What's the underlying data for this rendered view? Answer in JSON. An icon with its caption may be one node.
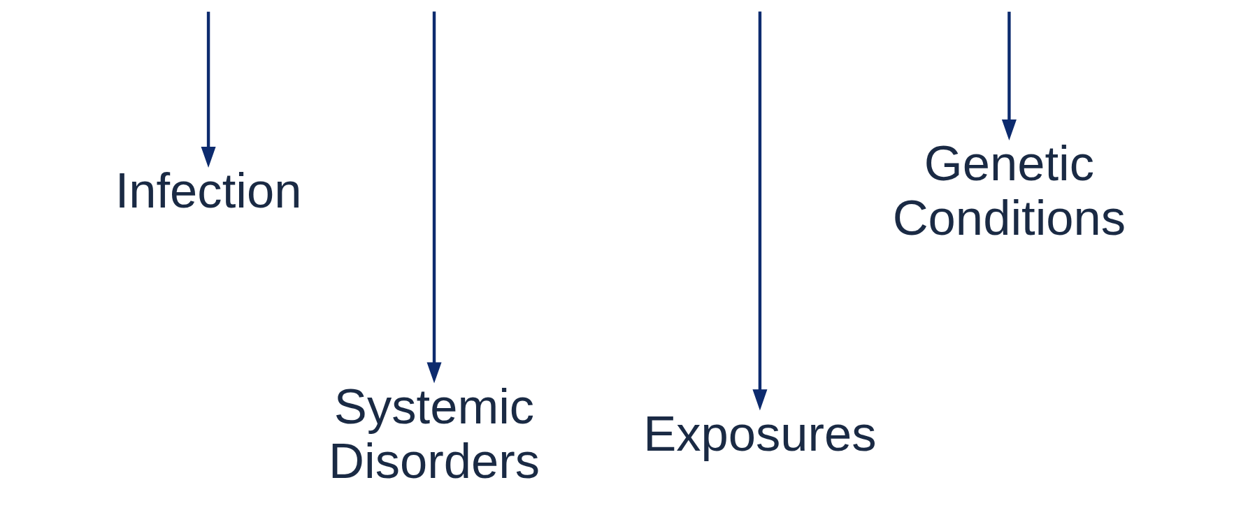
{
  "diagram": {
    "nodes": [
      {
        "text": [
          "Infection"
        ]
      },
      {
        "text": [
          "Systemic Disorders"
        ]
      },
      {
        "text": [
          "Exposures"
        ]
      },
      {
        "text": [
          "Genetic Conditions"
        ]
      }
    ],
    "edges": [
      {
        "from": null,
        "to": 0,
        "arrow": "to"
      },
      {
        "from": null,
        "to": 1,
        "arrow": "to"
      },
      {
        "from": null,
        "to": 2,
        "arrow": "to"
      },
      {
        "from": null,
        "to": 3,
        "arrow": "to"
      }
    ]
  }
}
